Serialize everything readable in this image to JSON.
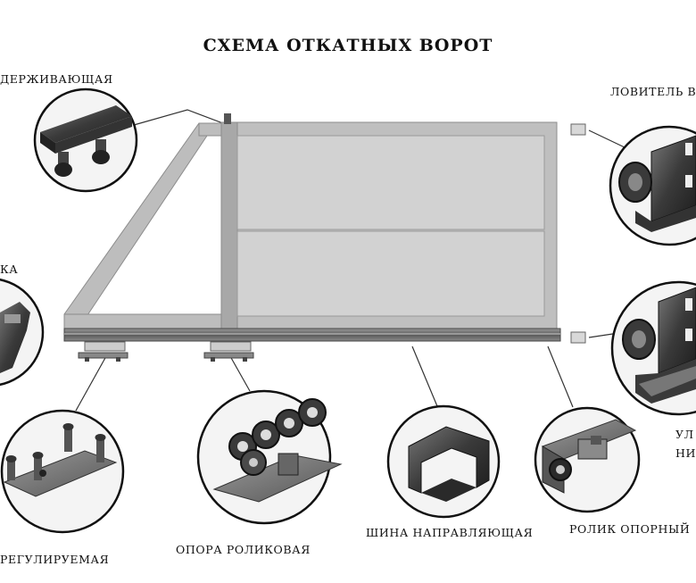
{
  "title": "СХЕМА ОТКАТНЫХ ВОРОТ",
  "labels": {
    "top_left": "ДЕРЖИВАЮЩАЯ",
    "mid_left": "КА",
    "bottom_left": "РЕГУЛИРУЕМАЯ",
    "roller_support": "ОПОРА РОЛИКОВАЯ",
    "guide_rail": "ШИНА НАПРАВЛЯЮЩАЯ",
    "support_roller": "РОЛИК ОПОРНЫЙ",
    "top_right": "ЛОВИТЕЛЬ ВЕ",
    "right_ul": "УЛ",
    "right_ni": "НИ"
  },
  "colors": {
    "frame": "#b9b9b9",
    "frame_dark": "#8f8f8f",
    "panel": "#cfcfcf",
    "circle_fill": "#f4f4f4",
    "part_dark": "#2a2a2a"
  }
}
